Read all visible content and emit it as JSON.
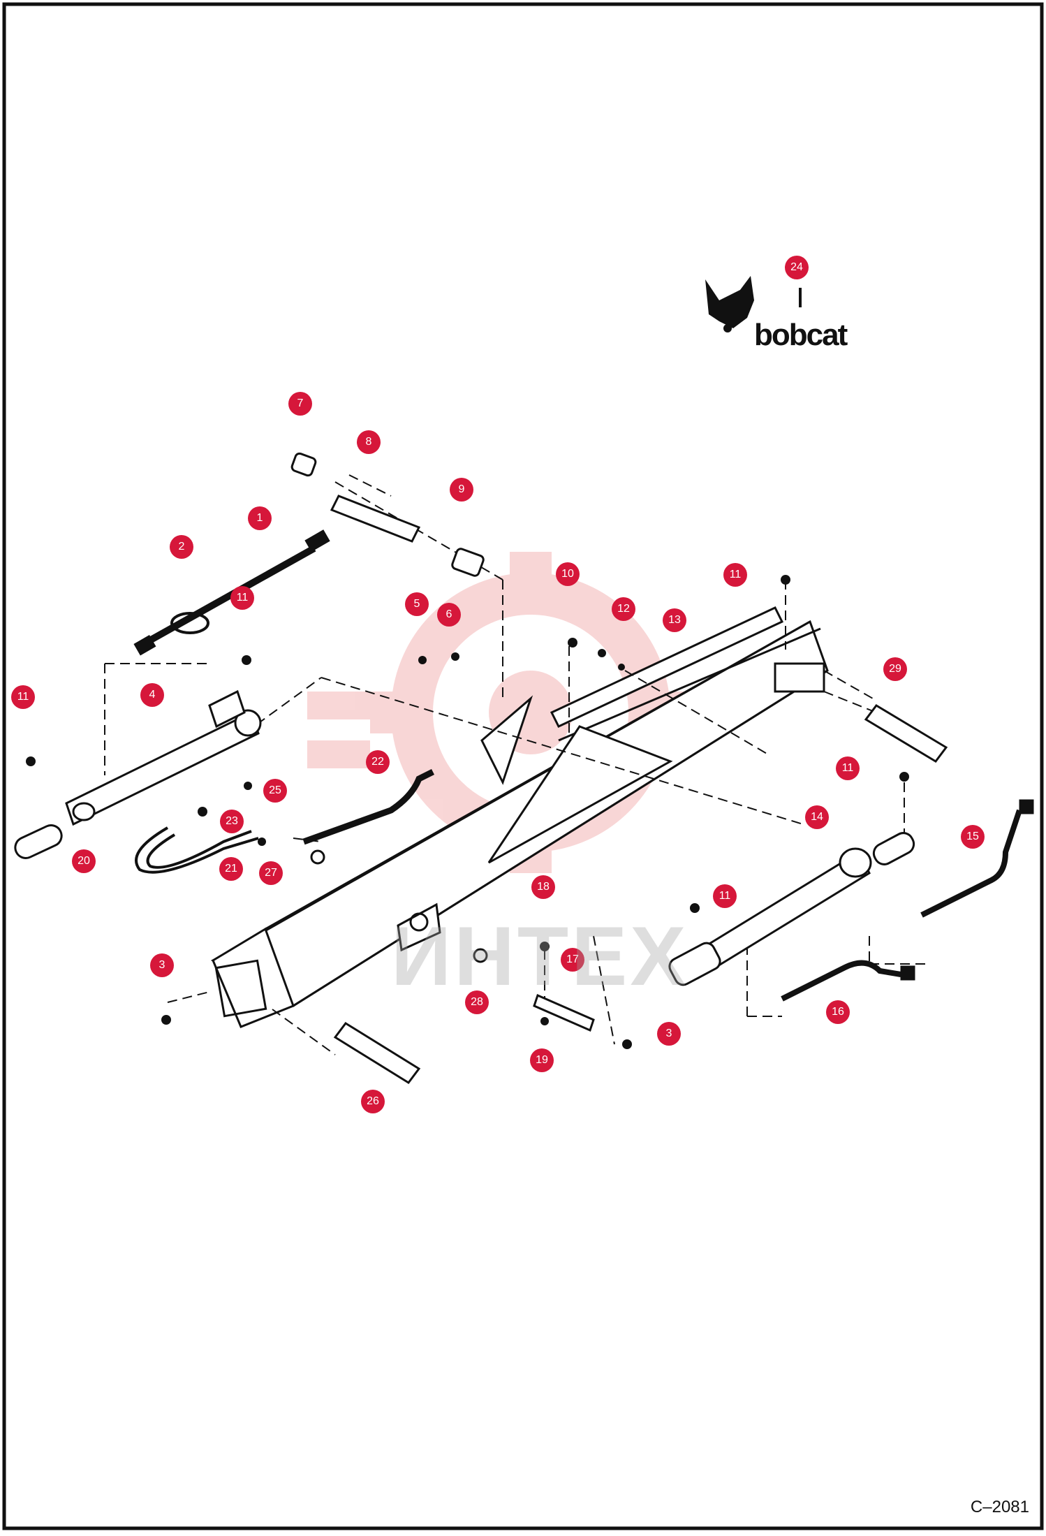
{
  "drawing_code": "C–2081",
  "watermark": "ИНТЕХ",
  "brand": {
    "name": "bobcat",
    "logo_number": "24"
  },
  "callouts": [
    {
      "id": "c1",
      "label": "1"
    },
    {
      "id": "c2",
      "label": "2"
    },
    {
      "id": "c3a",
      "label": "3"
    },
    {
      "id": "c3b",
      "label": "3"
    },
    {
      "id": "c4",
      "label": "4"
    },
    {
      "id": "c5",
      "label": "5"
    },
    {
      "id": "c6",
      "label": "6"
    },
    {
      "id": "c7",
      "label": "7"
    },
    {
      "id": "c8",
      "label": "8"
    },
    {
      "id": "c9",
      "label": "9"
    },
    {
      "id": "c10",
      "label": "10"
    },
    {
      "id": "c11a",
      "label": "11"
    },
    {
      "id": "c11b",
      "label": "11"
    },
    {
      "id": "c11c",
      "label": "11"
    },
    {
      "id": "c11d",
      "label": "11"
    },
    {
      "id": "c11e",
      "label": "11"
    },
    {
      "id": "c12",
      "label": "12"
    },
    {
      "id": "c13",
      "label": "13"
    },
    {
      "id": "c14",
      "label": "14"
    },
    {
      "id": "c15",
      "label": "15"
    },
    {
      "id": "c16",
      "label": "16"
    },
    {
      "id": "c17",
      "label": "17"
    },
    {
      "id": "c18",
      "label": "18"
    },
    {
      "id": "c19",
      "label": "19"
    },
    {
      "id": "c20",
      "label": "20"
    },
    {
      "id": "c21",
      "label": "21"
    },
    {
      "id": "c22",
      "label": "22"
    },
    {
      "id": "c23",
      "label": "23"
    },
    {
      "id": "c24",
      "label": "24"
    },
    {
      "id": "c25",
      "label": "25"
    },
    {
      "id": "c26",
      "label": "26"
    },
    {
      "id": "c27",
      "label": "27"
    },
    {
      "id": "c28",
      "label": "28"
    },
    {
      "id": "c29",
      "label": "29"
    }
  ],
  "colors": {
    "badge": "#d6173a",
    "line": "#111111",
    "watermark": "#f3b8b8"
  }
}
